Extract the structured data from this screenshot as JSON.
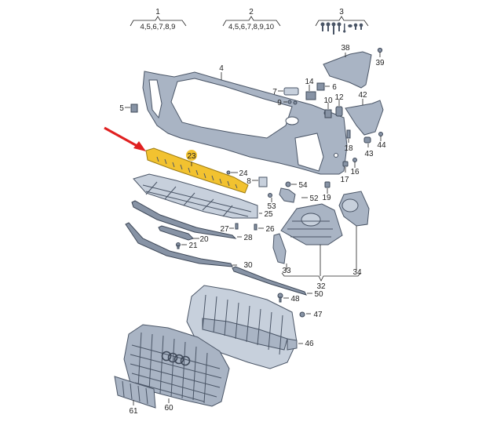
{
  "diagram": {
    "title": "Front bumper exploded parts diagram",
    "highlight": {
      "part_number": "23",
      "color": "#f2c230",
      "arrow_color": "#e02020"
    },
    "groups": [
      {
        "number": "1",
        "contents": "4,5,6,7,8,9"
      },
      {
        "number": "2",
        "contents": "4,5,6,7,8,9,10"
      },
      {
        "number": "3",
        "contents": ""
      }
    ],
    "labels": {
      "p4": "4",
      "p5": "5",
      "p6": "6",
      "p7": "7",
      "p8": "8",
      "p9": "9",
      "p10": "10",
      "p12": "12",
      "p14": "14",
      "p16": "16",
      "p17": "17",
      "p18": "18",
      "p19": "19",
      "p20": "20",
      "p21": "21",
      "p23": "23",
      "p24": "24",
      "p25": "25",
      "p26": "26",
      "p27": "27",
      "p28": "28",
      "p30": "30",
      "p32": "32",
      "p33": "33",
      "p34": "34",
      "p38": "38",
      "p39": "39",
      "p42": "42",
      "p43": "43",
      "p44": "44",
      "p46": "46",
      "p47": "47",
      "p48": "48",
      "p50": "50",
      "p52": "52",
      "p53": "53",
      "p54": "54",
      "p60": "60",
      "p61": "61"
    }
  }
}
